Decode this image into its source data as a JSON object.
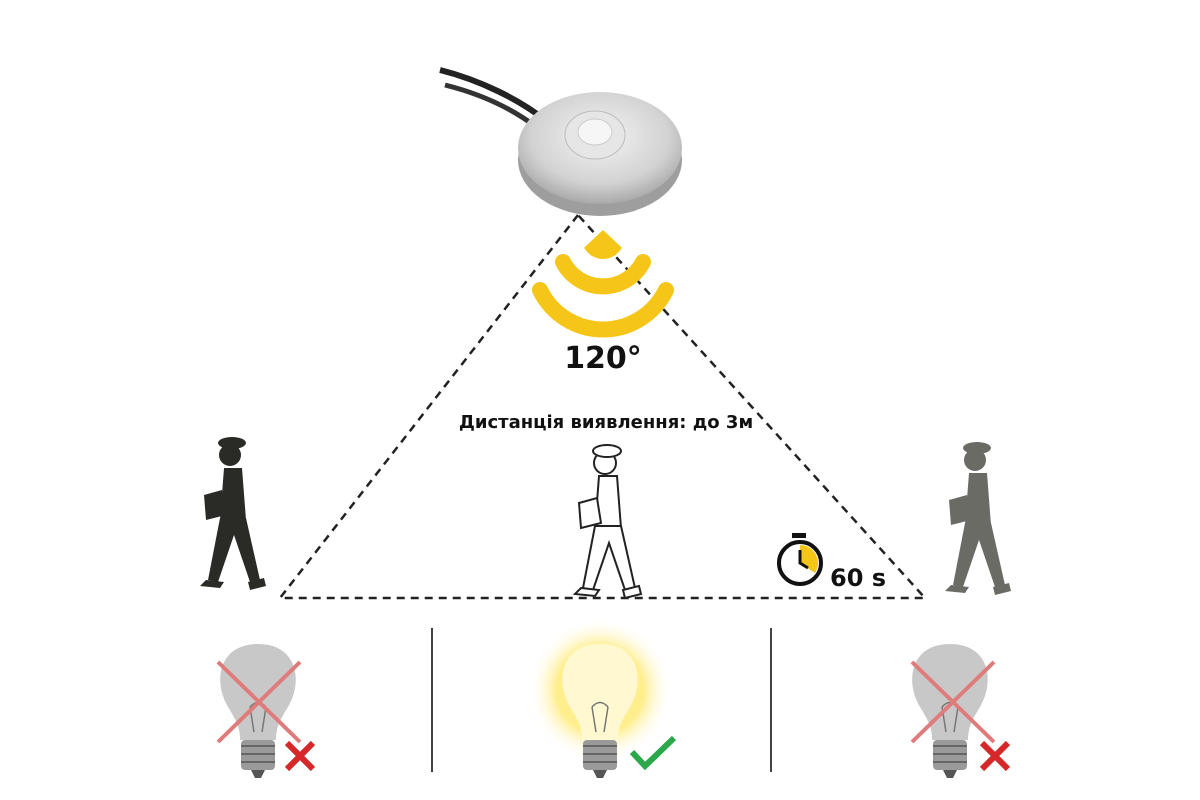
{
  "diagram": {
    "angle_label": "120°",
    "distance_label": "Дистанція виявлення: до 3м",
    "timer_label": "60 s",
    "accent_color": "#f5c518",
    "states": [
      {
        "position": "left",
        "walker": "outside",
        "bulb": "off",
        "mark": "cross"
      },
      {
        "position": "center",
        "walker": "inside",
        "bulb": "on",
        "mark": "check"
      },
      {
        "position": "right",
        "walker": "outside",
        "bulb": "off",
        "mark": "cross"
      }
    ]
  }
}
